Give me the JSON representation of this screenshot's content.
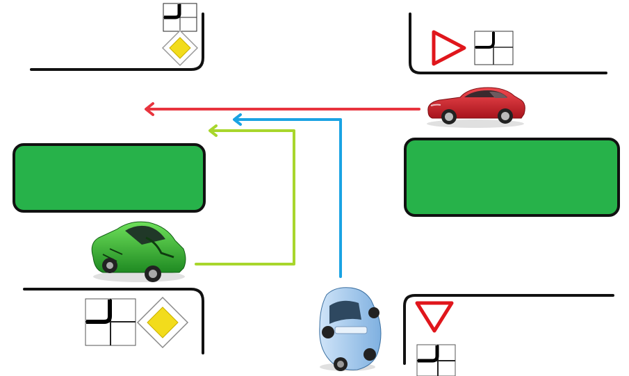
{
  "colors": {
    "background": "#ffffff",
    "curb": "#111111",
    "island_fill": "#27b24a",
    "island_border": "#111111",
    "red_path": "#e8343e",
    "blue_path": "#1aa3e3",
    "green_path": "#a8d62c",
    "priority_sign_fill": "#f2dc1c",
    "sign_red": "#e0161c"
  },
  "signs": [
    {
      "name": "main-road-sign",
      "location": "top-left"
    },
    {
      "name": "main-road-direction-plate",
      "location": "top-left"
    },
    {
      "name": "give-way-sign",
      "location": "top-right"
    },
    {
      "name": "main-road-direction-plate",
      "location": "top-right"
    },
    {
      "name": "main-road-sign",
      "location": "bottom-left"
    },
    {
      "name": "main-road-direction-plate",
      "location": "bottom-left"
    },
    {
      "name": "give-way-sign",
      "location": "bottom-right"
    },
    {
      "name": "main-road-direction-plate",
      "location": "bottom-right"
    }
  ],
  "vehicles": [
    {
      "name": "red-car",
      "color": "#d8222c",
      "heading": "west"
    },
    {
      "name": "green-car",
      "color": "#3cba3a",
      "heading": "east"
    },
    {
      "name": "blue-car",
      "color": "#a9cdee",
      "heading": "north"
    }
  ],
  "paths": [
    {
      "name": "red-car-path",
      "color": "#e8343e",
      "turn": "straight"
    },
    {
      "name": "green-car-path",
      "color": "#a8d62c",
      "turn": "u-turn"
    },
    {
      "name": "blue-car-path",
      "color": "#1aa3e3",
      "turn": "left"
    }
  ]
}
